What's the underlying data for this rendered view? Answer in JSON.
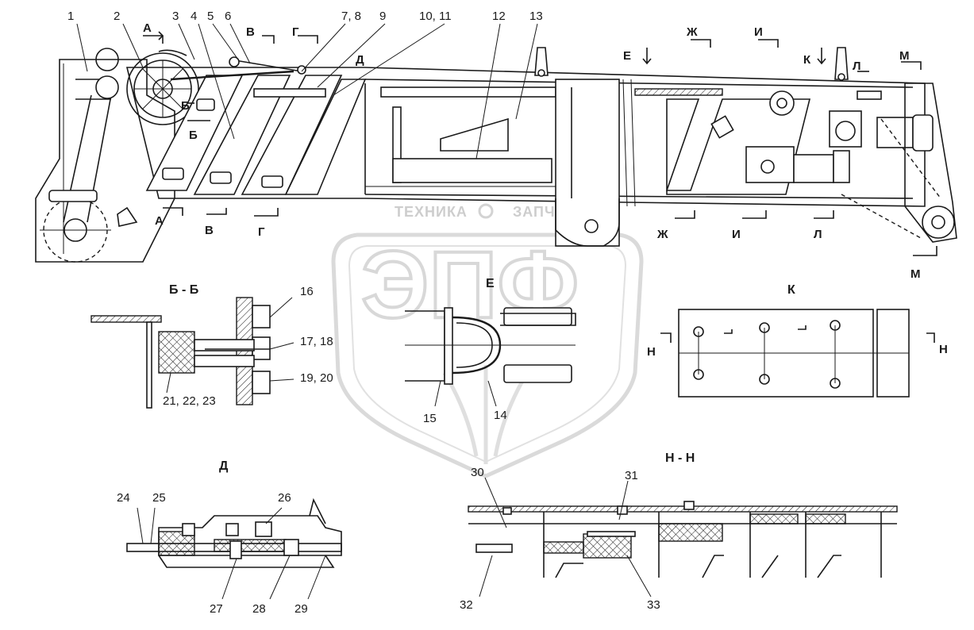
{
  "watermark": {
    "left_text": "ТЕХНИКА",
    "right_text": "ЗАПЧАСТИ",
    "big_text": "ЭПФ"
  },
  "part_numbers": {
    "p1": "1",
    "p2": "2",
    "p3": "3",
    "p4": "4",
    "p5": "5",
    "p6": "6",
    "p7_8": "7, 8",
    "p9": "9",
    "p10_11": "10, 11",
    "p12": "12",
    "p13": "13",
    "p14": "14",
    "p15": "15",
    "p16": "16",
    "p17_18": "17, 18",
    "p19_20": "19, 20",
    "p21_23": "21, 22, 23",
    "p24": "24",
    "p25": "25",
    "p26": "26",
    "p27": "27",
    "p28": "28",
    "p29": "29",
    "p30": "30",
    "p31": "31",
    "p32": "32",
    "p33": "33"
  },
  "section_marks": {
    "A": "А",
    "B": "Б",
    "V": "В",
    "G": "Г",
    "D": "Д",
    "E": "Е",
    "Zh": "Ж",
    "I": "И",
    "K": "К",
    "L": "Л",
    "M": "М",
    "N": "Н"
  },
  "view_titles": {
    "bb": "Б - Б",
    "e": "Е",
    "k": "К",
    "d": "Д",
    "nn": "Н - Н"
  }
}
